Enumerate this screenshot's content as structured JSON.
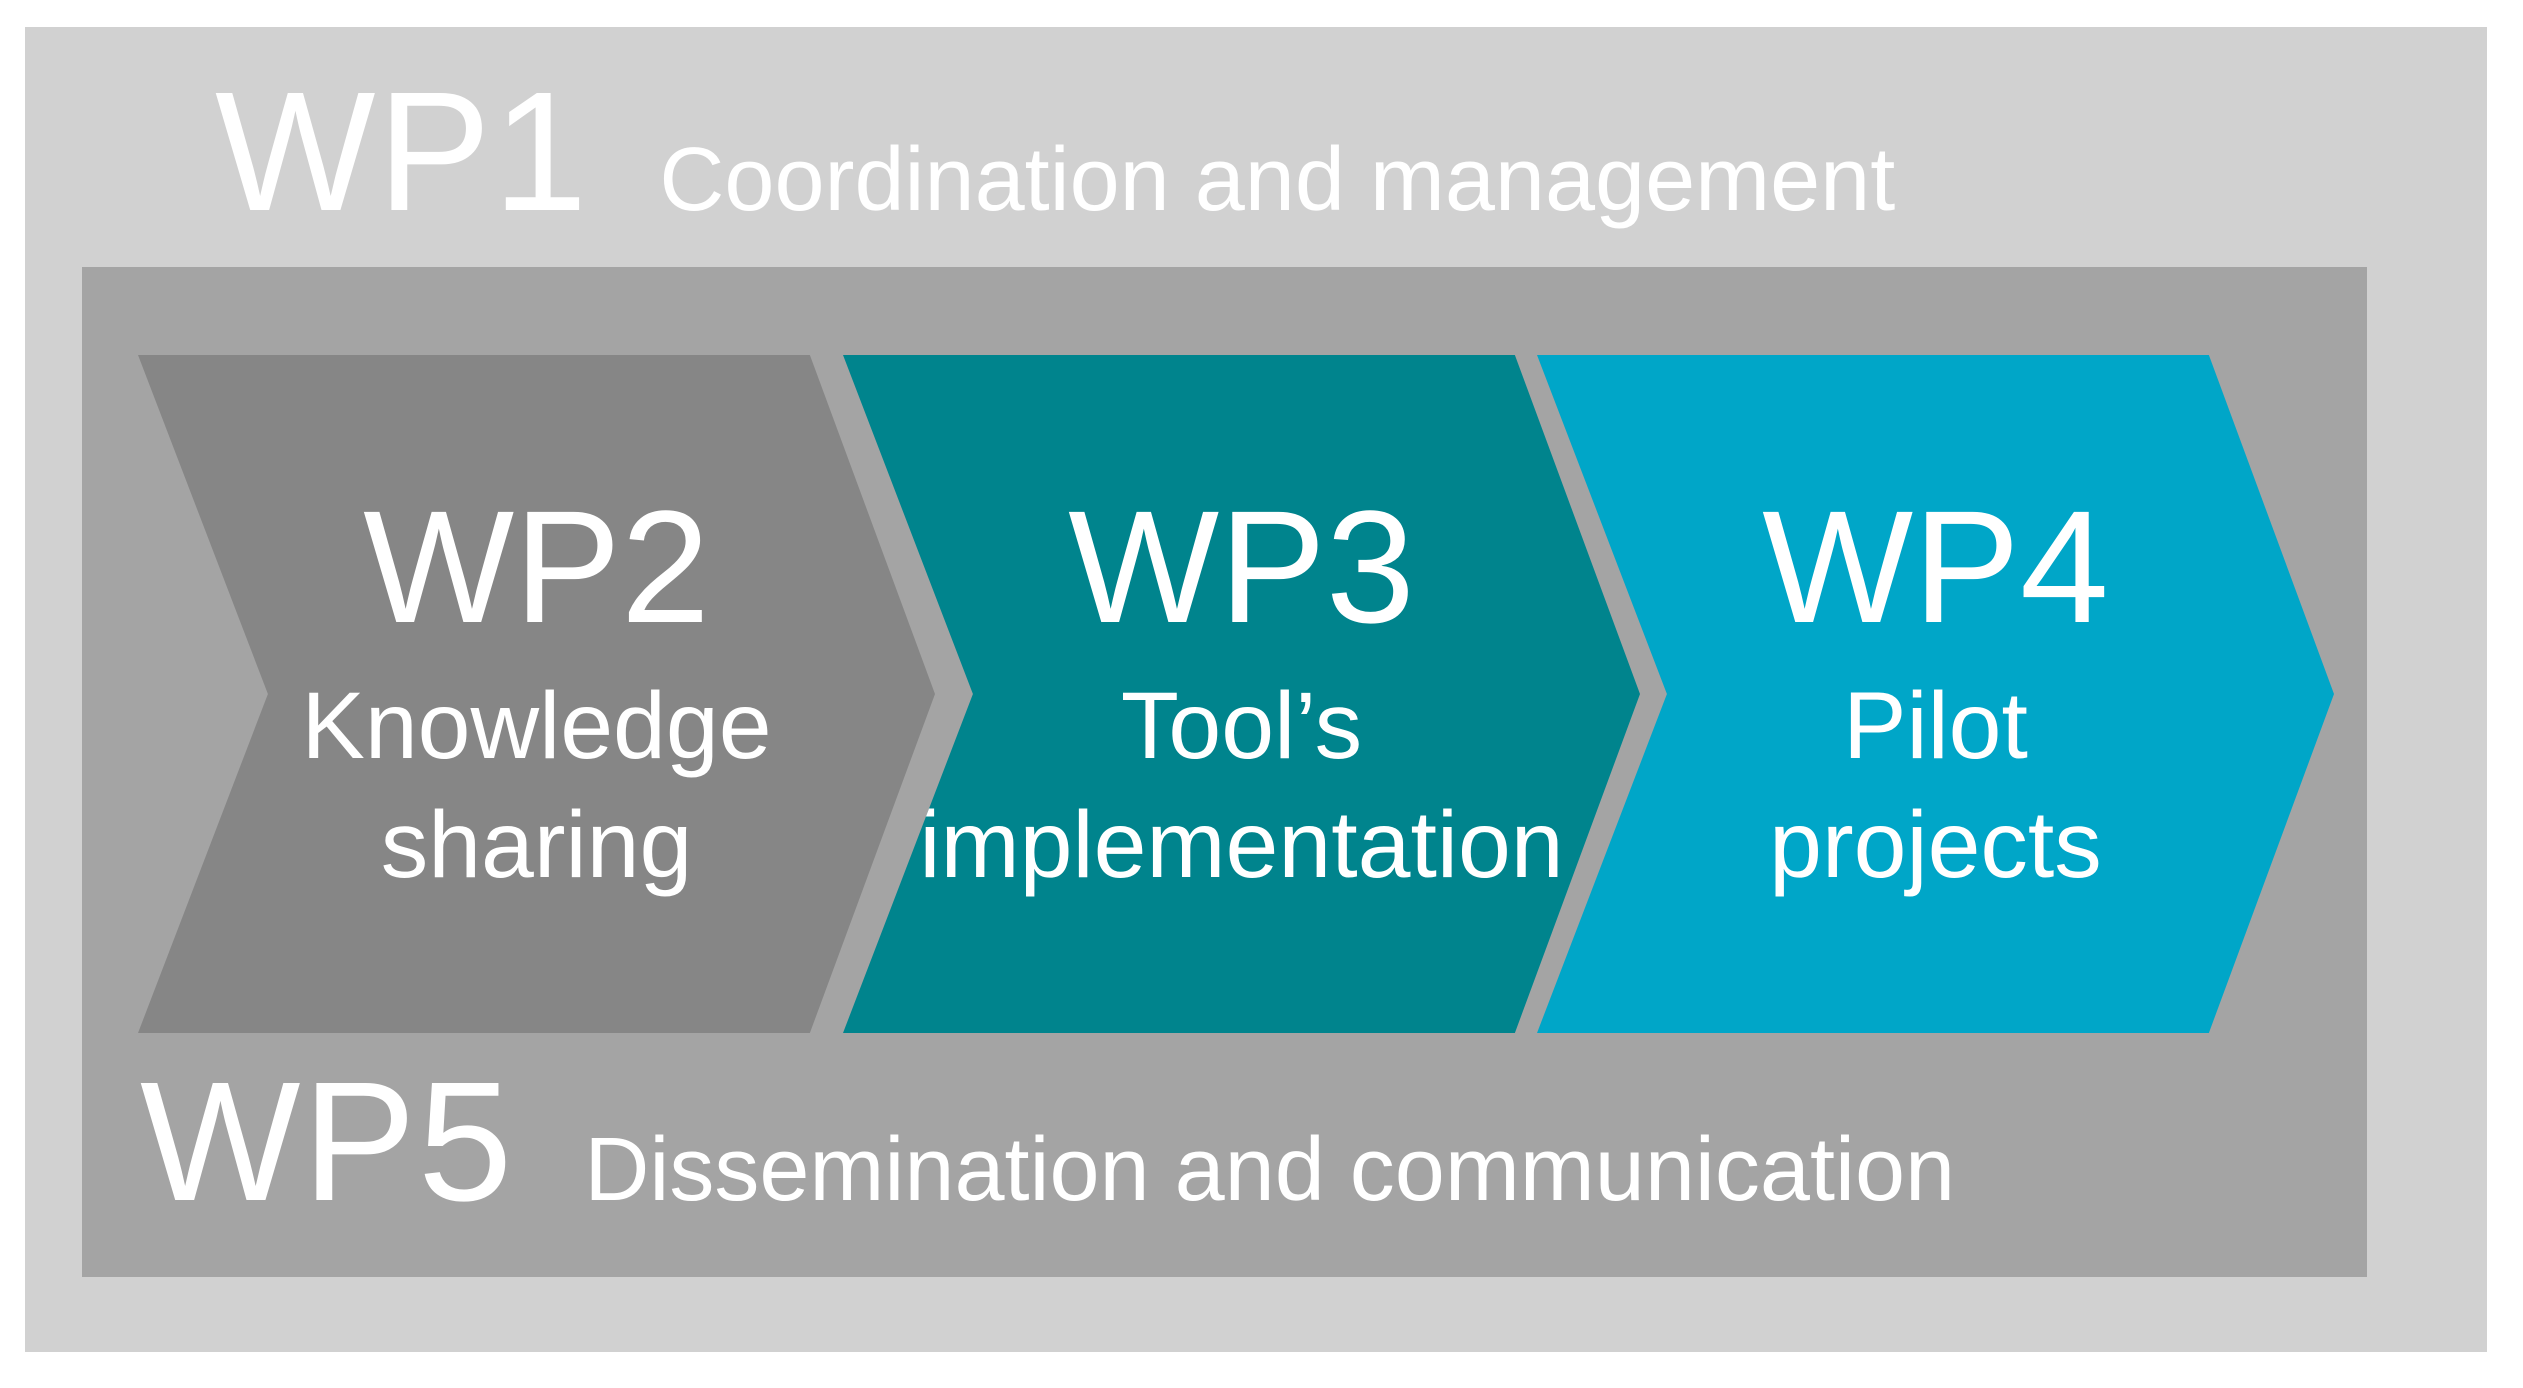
{
  "palette": {
    "background": "#FFFFFF",
    "outer_box": "#D1D1D1",
    "inner_box": "#A4A4A4",
    "wp2_fill": "#868686",
    "wp3_fill": "#00848D",
    "wp4_fill": "#00A6C8",
    "text": "#FFFFFF"
  },
  "wp1": {
    "id": "WP1",
    "label": "Coordination and management"
  },
  "wp5": {
    "id": "WP5",
    "label": "Dissemination and communication"
  },
  "chevrons": [
    {
      "id": "WP2",
      "lines": [
        "Knowledge",
        "sharing"
      ]
    },
    {
      "id": "WP3",
      "lines": [
        "Tool’s",
        "implementation"
      ]
    },
    {
      "id": "WP4",
      "lines": [
        "Pilot",
        "projects"
      ]
    }
  ]
}
